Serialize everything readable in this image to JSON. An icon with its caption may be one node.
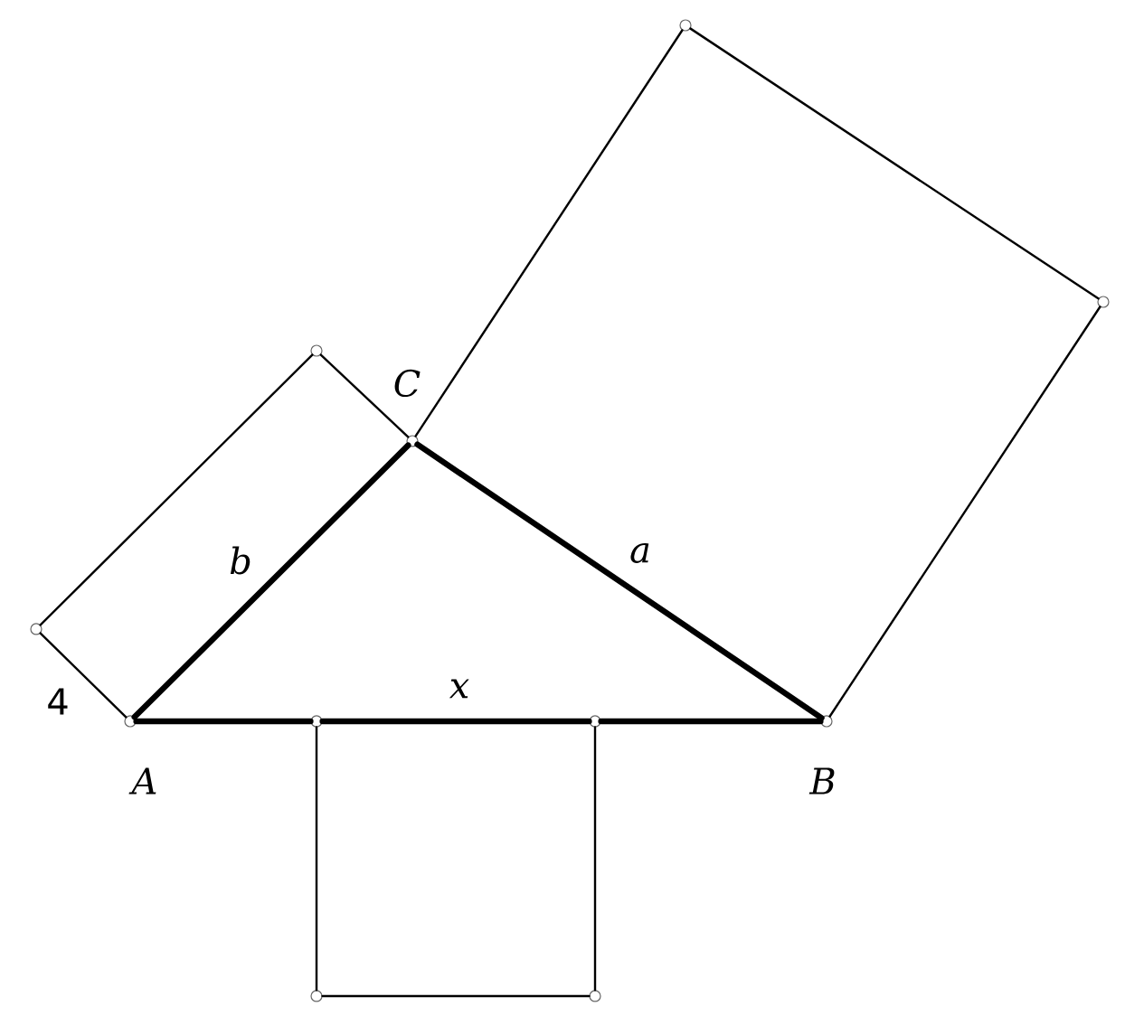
{
  "diagram": {
    "nodes": [
      {
        "text": [],
        "shape": "circle"
      },
      {
        "text": [],
        "shape": "circle"
      },
      {
        "text": [],
        "shape": "circle"
      },
      {
        "text": [],
        "shape": "circle",
        "beside": [
          "*C*"
        ]
      },
      {
        "text": [],
        "shape": "circle"
      },
      {
        "text": [],
        "shape": "circle",
        "beside": [
          "*A*"
        ]
      },
      {
        "text": [],
        "shape": "circle"
      },
      {
        "text": [],
        "shape": "circle"
      },
      {
        "text": [],
        "shape": "circle",
        "beside": [
          "*B*"
        ]
      },
      {
        "text": [],
        "shape": "circle"
      },
      {
        "text": [],
        "shape": "circle"
      }
    ],
    "edges": [
      {
        "from": 3,
        "to": 0,
        "arrow": "none"
      },
      {
        "from": 0,
        "to": 1,
        "arrow": "none"
      },
      {
        "from": 1,
        "to": 8,
        "arrow": "none"
      },
      {
        "from": 8,
        "to": 3,
        "arrow": "none",
        "style": "thick",
        "label": "*a*"
      },
      {
        "from": 3,
        "to": 5,
        "arrow": "none",
        "style": "thick",
        "label": "*b*"
      },
      {
        "from": 5,
        "to": 4,
        "arrow": "none"
      },
      {
        "from": 4,
        "to": 2,
        "arrow": "none"
      },
      {
        "from": 2,
        "to": 3,
        "arrow": "none"
      },
      {
        "from": 5,
        "to": 6,
        "arrow": "none",
        "style": "thick"
      },
      {
        "from": 6,
        "to": 7,
        "arrow": "none",
        "style": "thick",
        "label": "*x*"
      },
      {
        "from": 7,
        "to": 8,
        "arrow": "none",
        "style": "thick"
      },
      {
        "from": 6,
        "to": 9,
        "arrow": "none"
      },
      {
        "from": 9,
        "to": 10,
        "arrow": "none"
      },
      {
        "from": 10,
        "to": 7,
        "arrow": "none"
      }
    ],
    "labels": [
      "4"
    ]
  }
}
